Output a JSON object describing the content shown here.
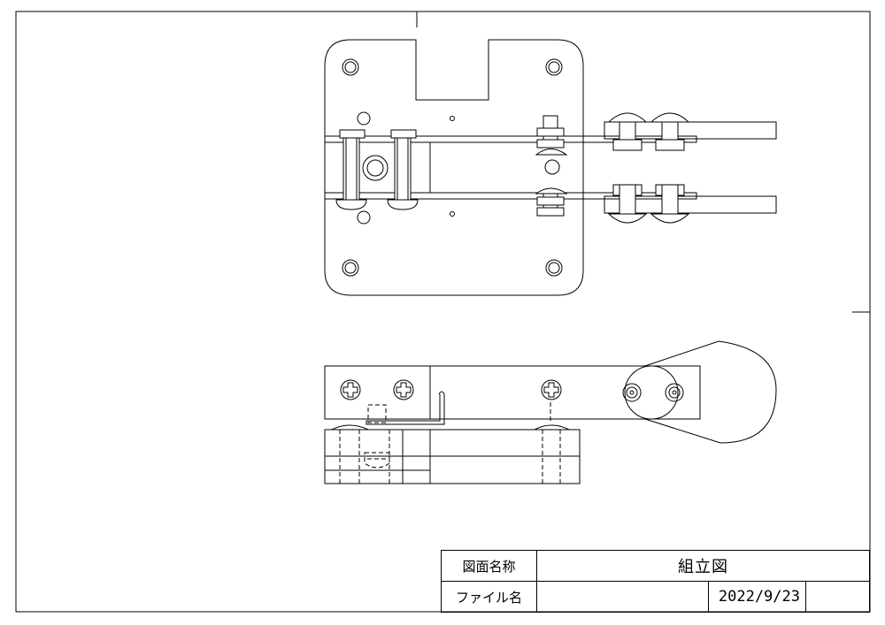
{
  "title_block": {
    "drawing_name_label": "図面名称",
    "drawing_name": "組立図",
    "file_name_label": "ファイル名",
    "file_name": "",
    "date": "2022/9/23"
  }
}
